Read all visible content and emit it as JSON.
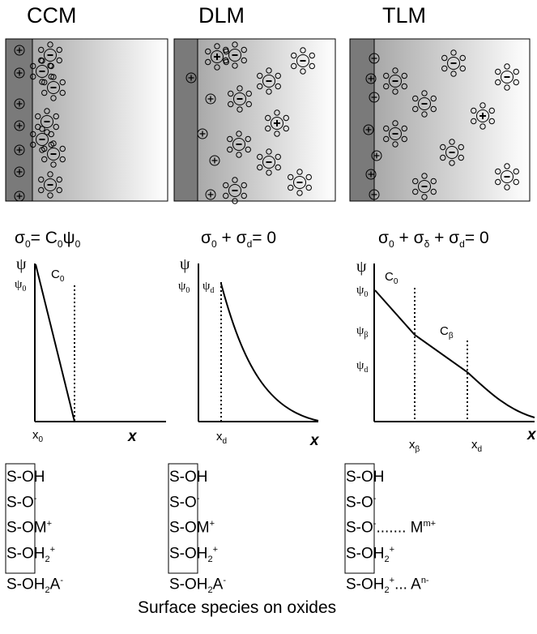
{
  "models": [
    {
      "title": "CCM",
      "equation": [
        "σ",
        "0",
        "= C",
        "0",
        "ψ",
        "0",
        ""
      ],
      "plot_labels": {
        "psi": "ψ",
        "psi0": "ψ",
        "psi0_sub": "0",
        "cap": "C",
        "cap_sub": "0",
        "x": "x",
        "x_sub": "0",
        "xaxis": "x"
      },
      "species": [
        "S-OH",
        "S-O",
        "S-OM",
        "S-OH",
        "S-OH"
      ]
    },
    {
      "title": "DLM",
      "equation": [
        "σ",
        "0",
        " + σ",
        "d",
        "= 0"
      ],
      "plot_labels": {
        "psi": "ψ",
        "psi0": "ψ",
        "psi0_sub": "0",
        "psid": "ψ",
        "psid_sub": "d",
        "x": "x",
        "x_sub": "d",
        "xaxis": "x"
      },
      "species": [
        "S-OH",
        "S-O",
        "S-OM",
        "S-OH",
        "S-OH"
      ]
    },
    {
      "title": "TLM",
      "equation": [
        "σ",
        "0",
        " + σ",
        "δ",
        " + σ",
        "d",
        "= 0"
      ],
      "plot_labels": {
        "psi": "ψ",
        "psi0": "ψ",
        "psi0_sub": "0",
        "psib": "ψ",
        "psib_sub": "β",
        "psid": "ψ",
        "psid_sub": "d",
        "cap0": "C",
        "cap0_sub": "0",
        "capb": "C",
        "capb_sub": "β",
        "xb": "x",
        "xb_sub": "β",
        "xd": "x",
        "xd_sub": "d",
        "xaxis": "x"
      },
      "species": [
        "S-OH",
        "S-O",
        "S-O",
        "S-OH",
        "S-OH"
      ],
      "species_extra": [
        "....... M",
        "... A"
      ]
    }
  ],
  "species_sups": {
    "minus": "-",
    "plus": "+",
    "two": "2",
    "mplus": "m+",
    "nminus": "n-",
    "A": "A"
  },
  "caption": "Surface species on oxides"
}
